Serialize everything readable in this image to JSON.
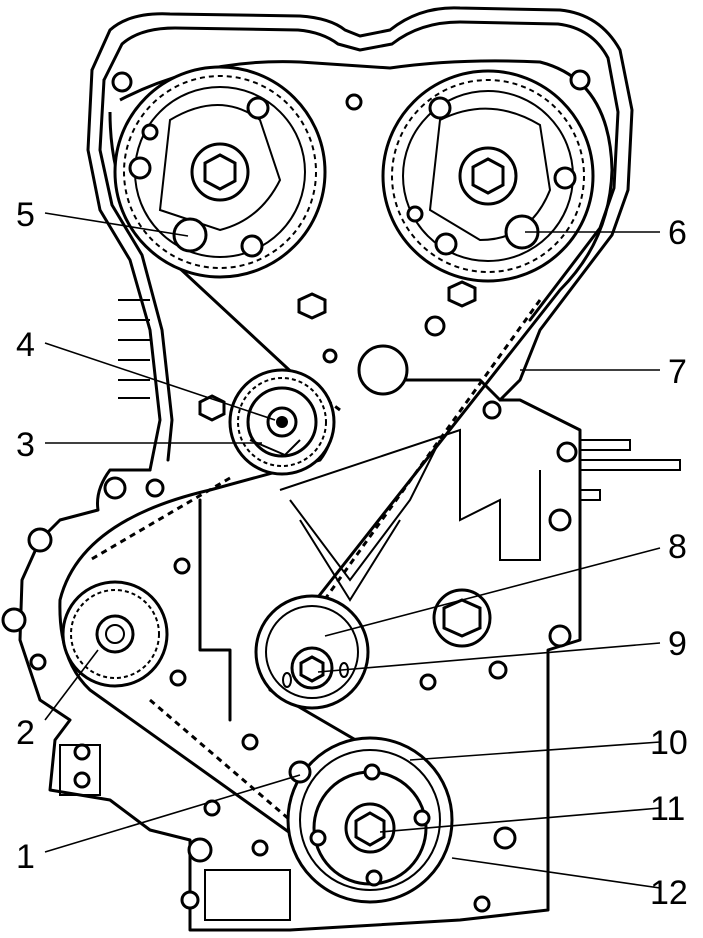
{
  "callouts": {
    "n1": "1",
    "n2": "2",
    "n3": "3",
    "n4": "4",
    "n5": "5",
    "n6": "6",
    "n7": "7",
    "n8": "8",
    "n9": "9",
    "n10": "10",
    "n11": "11",
    "n12": "12"
  },
  "colors": {
    "ink": "#000000",
    "paper": "#ffffff"
  }
}
